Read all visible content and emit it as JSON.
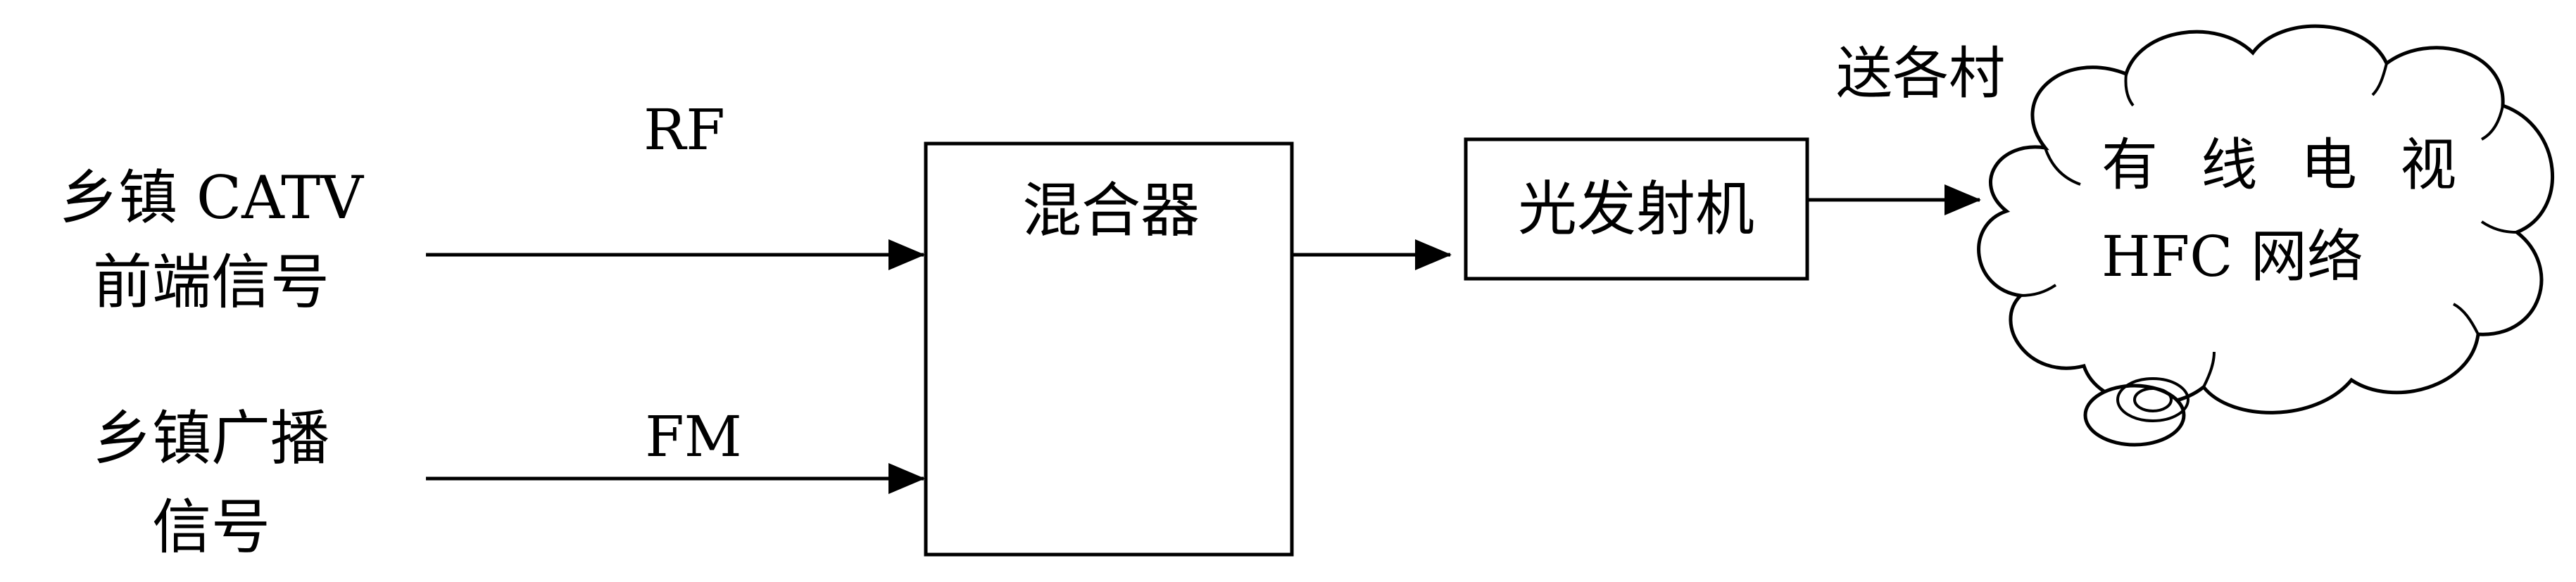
{
  "inputs": {
    "catv_line1": "乡镇 CATV",
    "catv_line2": "前端信号",
    "radio_line1": "乡镇广播",
    "radio_line2": "信号"
  },
  "signals": {
    "rf": "RF",
    "fm": "FM"
  },
  "blocks": {
    "mixer": "混合器",
    "transmitter": "光发射机"
  },
  "output_label": "送各村",
  "cloud": {
    "line1": "有 线 电 视",
    "line2": "HFC 网络"
  },
  "colors": {
    "stroke": "#000000",
    "background": "#ffffff"
  }
}
